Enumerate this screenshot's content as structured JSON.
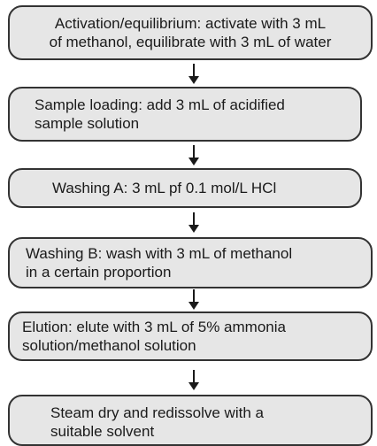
{
  "steps": [
    {
      "lines": [
        "Activation/equilibrium: activate with 3 mL",
        "of methanol, equilibrate with 3 mL of water"
      ]
    },
    {
      "lines": [
        "Sample loading: add 3 mL of acidified",
        "sample solution"
      ]
    },
    {
      "lines": [
        "Washing A: 3 mL pf 0.1 mol/L HCl"
      ]
    },
    {
      "lines": [
        "Washing B: wash with 3 mL of methanol",
        "in a certain proportion"
      ]
    },
    {
      "lines": [
        "Elution: elute with 3 mL of 5% ammonia",
        "solution/methanol solution"
      ]
    },
    {
      "lines": [
        "Steam dry and redissolve with a",
        "suitable solvent"
      ]
    }
  ],
  "colors": {
    "box_fill": "#e6e6e6",
    "box_border": "#333333",
    "arrow": "#1a1a1a"
  }
}
